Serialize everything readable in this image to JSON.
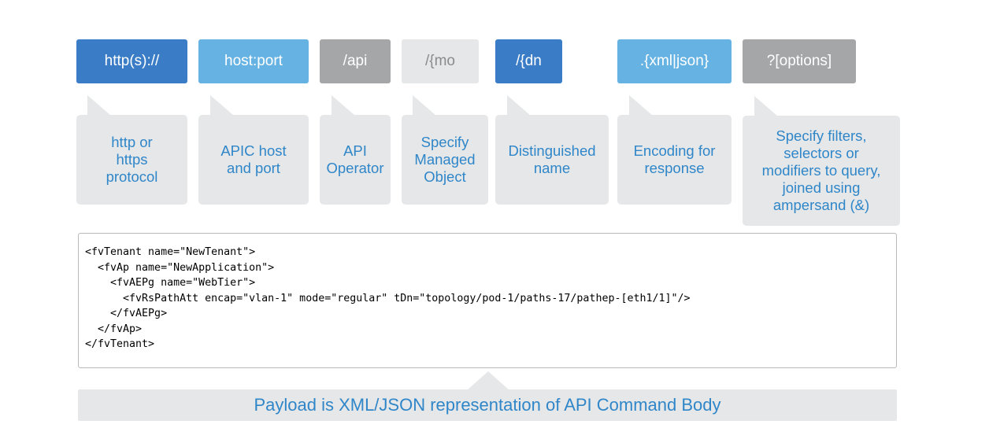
{
  "colors": {
    "dark_blue": "#3a7dc6",
    "light_blue": "#66b3e3",
    "gray": "#a5a6a8",
    "pale_gray": "#e6e7e8",
    "bubble_text": "#2f86c9"
  },
  "segments": [
    {
      "label": "http(s)://",
      "color": "#3a7dc6",
      "text_color": "#ffffff",
      "description": "http or\nhttps\nprotocol"
    },
    {
      "label": "host:port",
      "color": "#66b3e3",
      "text_color": "#ffffff",
      "description": "APIC host\nand port"
    },
    {
      "label": "/api",
      "color": "#a5a6a8",
      "text_color": "#ffffff",
      "description": "API\nOperator"
    },
    {
      "label": "/{mo",
      "color": "#e6e7e8",
      "text_color": "#8a8b8d",
      "description": "Specify\nManaged\nObject"
    },
    {
      "label": "/{dn",
      "color": "#3a7dc6",
      "text_color": "#ffffff",
      "description": "Distinguished\nname"
    },
    {
      "label": ".{xml|json}",
      "color": "#66b3e3",
      "text_color": "#ffffff",
      "description": "Encoding for\nresponse"
    },
    {
      "label": "?[options]",
      "color": "#a5a6a8",
      "text_color": "#ffffff",
      "description": "Specify filters,\nselectors or\nmodifiers to query,\njoined using\nampersand (&)"
    }
  ],
  "code": {
    "lines": [
      "<fvTenant name=\"NewTenant\">",
      "  <fvAp name=\"NewApplication\">",
      "    <fvAEPg name=\"WebTier\">",
      "      <fvRsPathAtt encap=\"vlan-1\" mode=\"regular\" tDn=\"topology/pod-1/paths-17/pathep-[eth1/1]\"/>",
      "    </fvAEPg>",
      "  </fvAp>",
      "</fvTenant>"
    ]
  },
  "footer": {
    "text": "Payload is XML/JSON representation of API Command Body"
  }
}
